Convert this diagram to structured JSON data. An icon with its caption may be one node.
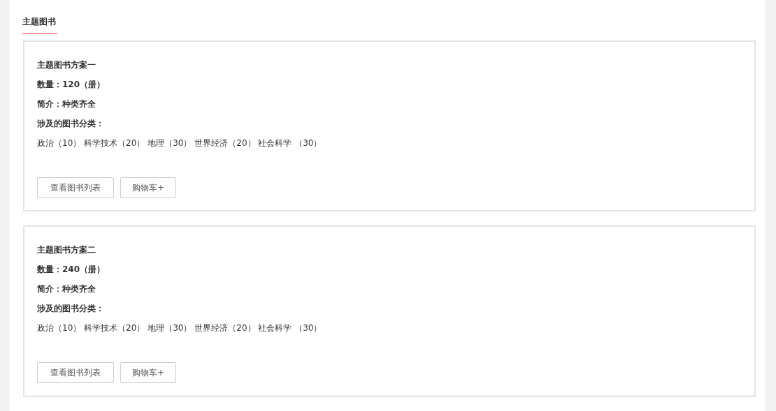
{
  "diagram": {
    "title": "主题图书",
    "nodes": [
      {
        "text": [
          "主题图书方案一",
          "数量：120（册）",
          "简介：种类齐全",
          "涉及的图书分类：",
          "政治（10） 科学技术（20） 地理（30） 世界经济（20） 社会科学 （30）"
        ]
      },
      {
        "text": [
          "查看图书列表"
        ],
        "in": 0
      },
      {
        "text": [
          "购物车+"
        ],
        "in": 0
      },
      {
        "text": [
          "主题图书方案二",
          "数量：240（册）",
          "简介：种类齐全",
          "涉及的图书分类：",
          "政治（10） 科学技术（20） 地理（30） 世界经济（20） 社会科学 （30）"
        ]
      },
      {
        "text": [
          "查看图书列表"
        ],
        "in": 3
      },
      {
        "text": [
          "购物车+"
        ],
        "in": 3
      }
    ]
  }
}
